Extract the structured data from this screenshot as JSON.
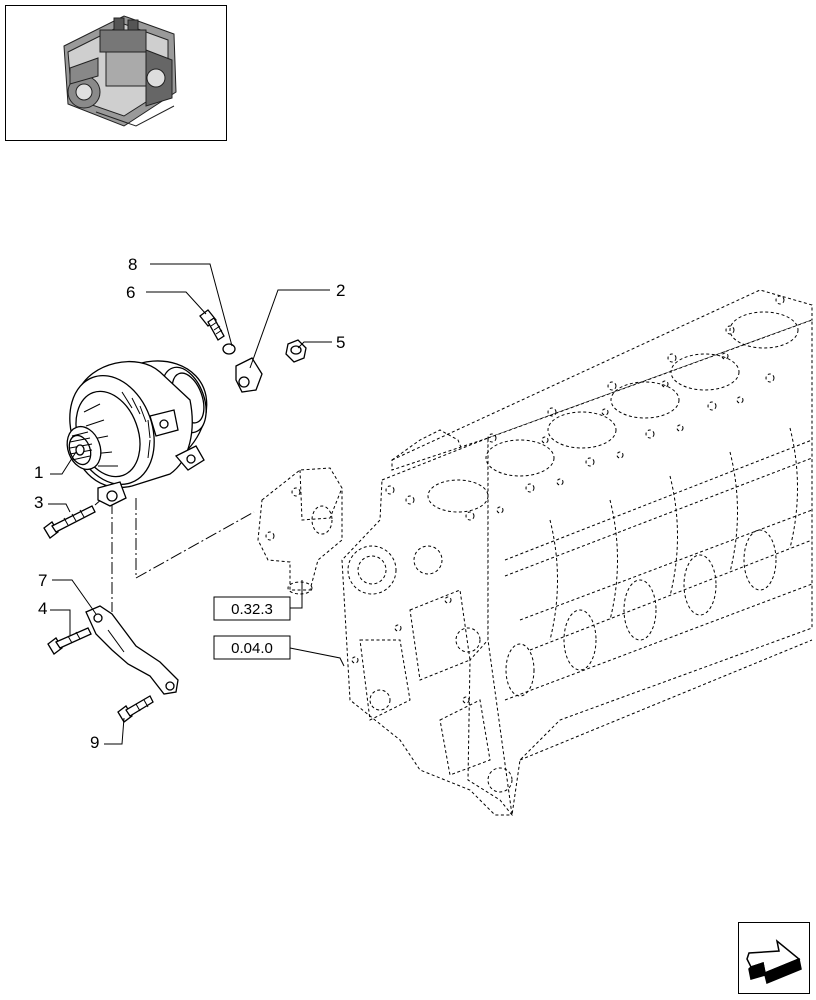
{
  "callouts": {
    "c1": "1",
    "c2": "2",
    "c3": "3",
    "c4": "4",
    "c5": "5",
    "c6": "6",
    "c7": "7",
    "c8": "8",
    "c9": "9"
  },
  "references": {
    "ref_a": "0.32.3",
    "ref_b": "0.04.0"
  },
  "icons": {
    "thumbnail": "engine-thumbnail-icon",
    "navigation": "next-page-arrow-icon"
  }
}
